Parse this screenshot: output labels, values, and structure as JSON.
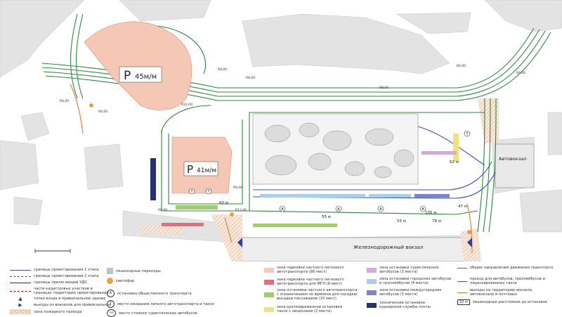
{
  "map": {
    "parking_upper": {
      "capacity": "45м/м",
      "letter": "P"
    },
    "parking_lower": {
      "capacity": "41м/м",
      "letter": "P"
    },
    "station_label": "Железнодорожный вокзал",
    "bus_station_label": "Автовокзал",
    "dimensions": [
      "R6,00",
      "R6,00",
      "R8,00",
      "R12,00",
      "R8,00",
      "R8,00",
      "R6,00",
      "R6,00",
      "R6,00",
      "R12,00",
      "R8,00"
    ],
    "distances": [
      "60 м",
      "55 м",
      "62 м",
      "47 м",
      "105 м",
      "78 м",
      "55 м"
    ],
    "symbols": [
      "A",
      "A",
      "A",
      "A",
      "T",
      "T",
      "T"
    ]
  },
  "legend": {
    "col1": [
      "границы проектирования 1 этапа",
      "границы проектирования 2 этапа",
      "границы прилегающей УДС",
      "части кадастровых участков в границах территории проектирования",
      "точки входа в привокзальное здание",
      "выходы из вокзалов для привокзальной",
      "зона пожарного проезда"
    ],
    "col2": [
      "пешеходные переходы",
      "светофор",
      "остановка общественного транспорта",
      "место ожидания личного автотранспорта и такси",
      "место стоянки туристических автобусов"
    ],
    "col2_symbols": [
      "A",
      "T",
      "ТУР"
    ],
    "col3": [
      "зона парковки частного легкового автотранспорта (86 мест)",
      "зона парковки частного легкового автотранспорта для МГН (8 мест)",
      "зона остановки частного автотранспорта с ограничением по времени для посадки/высадки пассажиров (10 мест)",
      "зона кратковременной остановки такси с лицензией (2 места)"
    ],
    "col4": [
      "зона остановки туристических автобусов (3 места)",
      "зона остановки городских автобусов и троллейбусов (4 места)",
      "зона остановки междугородних автобусов (3 места)",
      "технические остановки курьерской службы почты"
    ],
    "col5": [
      "общие направления движения транспорта",
      "проезд для автобусов, троллейбусов и лицензированных такси",
      "выходы на территорию вокзала, автовокзала и почтовых",
      "пешеходные расстояния до остановок"
    ],
    "col5_sample": "10 м",
    "colors": {
      "green": "#2a8a3a",
      "blue": "#3b50b0",
      "orange": "#e07b2e",
      "peach": "#f4c8b5",
      "pink": "#e06f78",
      "lime": "#9fce6e",
      "yellow": "#f1e27a",
      "lilac": "#d9a8db",
      "sky": "#a9cff0",
      "periwinkle": "#7a84c9",
      "navy": "#25307a"
    }
  }
}
